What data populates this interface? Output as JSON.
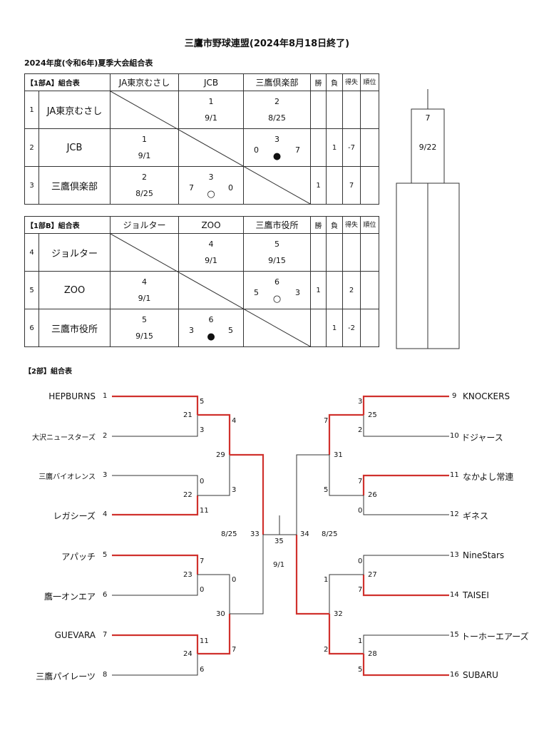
{
  "title": "三鷹市野球連盟(2024年8月18日終了)",
  "subtitle": "2024年度(令和6年)夏季大会組合表",
  "table_a": {
    "header": "【1部A】組合表",
    "columns": [
      "JA東京むさし",
      "JCB",
      "三鷹倶楽部"
    ],
    "win": "勝",
    "loss": "負",
    "diff": "得失",
    "rank": "順位",
    "rows": [
      {
        "no": "1",
        "name": "JA東京むさし",
        "c2_game": "1",
        "c2_date": "9/1",
        "c3_game": "2",
        "c3_date": "8/25",
        "w": "",
        "l": "",
        "d": ""
      },
      {
        "no": "2",
        "name": "JCB",
        "c1_game": "1",
        "c1_date": "9/1",
        "c3_game": "3",
        "c3_left": "0",
        "c3_right": "7",
        "c3_mark": "●",
        "w": "",
        "l": "1",
        "d": "-7"
      },
      {
        "no": "3",
        "name": "三鷹倶楽部",
        "c1_game": "2",
        "c1_date": "8/25",
        "c2_game": "3",
        "c2_left": "7",
        "c2_right": "0",
        "c2_mark": "○",
        "w": "1",
        "l": "",
        "d": "7"
      }
    ]
  },
  "table_b": {
    "header": "【1部B】組合表",
    "columns": [
      "ジョルター",
      "ZOO",
      "三鷹市役所"
    ],
    "win": "勝",
    "loss": "負",
    "diff": "得失",
    "rank": "順位",
    "rows": [
      {
        "no": "4",
        "name": "ジョルター",
        "c2_game": "4",
        "c2_date": "9/1",
        "c3_game": "5",
        "c3_date": "9/15",
        "w": "",
        "l": "",
        "d": ""
      },
      {
        "no": "5",
        "name": "ZOO",
        "c1_game": "4",
        "c1_date": "9/1",
        "c3_game": "6",
        "c3_left": "5",
        "c3_right": "3",
        "c3_mark": "○",
        "w": "1",
        "l": "",
        "d": "2"
      },
      {
        "no": "6",
        "name": "三鷹市役所",
        "c1_game": "5",
        "c1_date": "9/15",
        "c2_game": "6",
        "c2_left": "3",
        "c2_right": "5",
        "c2_mark": "●",
        "w": "",
        "l": "1",
        "d": "-2"
      }
    ]
  },
  "div1_final": {
    "game": "7",
    "date": "9/22"
  },
  "section2_header": "【2部】組合表",
  "left_teams": [
    {
      "name": "HEPBURNS",
      "seed": "1"
    },
    {
      "name": "大沢ニュースターズ",
      "seed": "2"
    },
    {
      "name": "三鷹バイオレンス",
      "seed": "3"
    },
    {
      "name": "レガシーズ",
      "seed": "4"
    },
    {
      "name": "アパッチ",
      "seed": "5"
    },
    {
      "name": "鷹一オンエア",
      "seed": "6"
    },
    {
      "name": "GUEVARA",
      "seed": "7"
    },
    {
      "name": "三鷹パイレーツ",
      "seed": "8"
    }
  ],
  "right_teams": [
    {
      "name": "KNOCKERS",
      "seed": "9"
    },
    {
      "name": "ドジャース",
      "seed": "10"
    },
    {
      "name": "なかよし常連",
      "seed": "11"
    },
    {
      "name": "ギネス",
      "seed": "12"
    },
    {
      "name": "NineStars",
      "seed": "13"
    },
    {
      "name": "TAISEI",
      "seed": "14"
    },
    {
      "name": "トーホーエアーズ",
      "seed": "15"
    },
    {
      "name": "SUBARU",
      "seed": "16"
    }
  ],
  "scores": {
    "g21": [
      "5",
      "3"
    ],
    "g22": [
      "0",
      "11"
    ],
    "g23": [
      "7",
      "0"
    ],
    "g24": [
      "11",
      "6"
    ],
    "g29": [
      "4",
      "3"
    ],
    "g30": [
      "0",
      "7"
    ],
    "g25": [
      "3",
      "2"
    ],
    "g26": [
      "7",
      "0"
    ],
    "g27": [
      "0",
      "7"
    ],
    "g28": [
      "1",
      "5"
    ],
    "g31": [
      "7",
      "5"
    ],
    "g32": [
      "1",
      "2"
    ]
  },
  "games": {
    "g21": "21",
    "g22": "22",
    "g23": "23",
    "g24": "24",
    "g29": "29",
    "g30": "30",
    "g25": "25",
    "g26": "26",
    "g27": "27",
    "g28": "28",
    "g31": "31",
    "g32": "32",
    "g33": "33",
    "g34": "34",
    "g35": "35"
  },
  "dates": {
    "g33": "8/25",
    "g34": "8/25",
    "g35": "9/1"
  },
  "colors": {
    "win_line": "#d0312d",
    "line": "#333333"
  }
}
